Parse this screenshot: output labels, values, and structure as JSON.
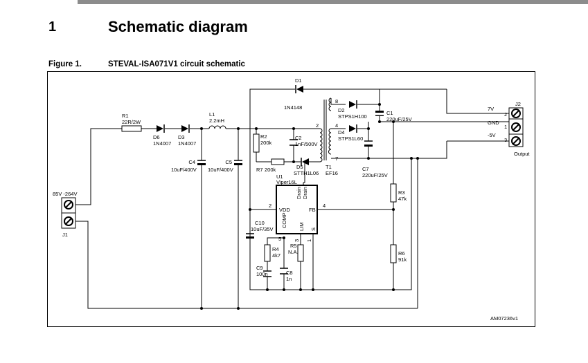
{
  "section": {
    "number": "1",
    "title": "Schematic diagram"
  },
  "figure": {
    "label": "Figure 1.",
    "caption": "STEVAL-ISA071V1 circuit schematic"
  },
  "schematic": {
    "input_range": "85V -264V",
    "j1": "J1",
    "r1": "R1",
    "r1_val": "22R/2W",
    "d6": "D6",
    "d6_val": "1N4007",
    "d3": "D3",
    "d3_val": "1N4007",
    "l1": "L1",
    "l1_val": "2.2mH",
    "c4": "C4",
    "c4_val": "10uF/400V",
    "c5": "C5",
    "c5_val": "10uF/400V",
    "d1": "D1",
    "d1_val": "1N4148",
    "r2": "R2",
    "r2_val": "200k",
    "c2": "C2",
    "c2_val": "1nF/500V",
    "r7": "R7",
    "r7_val": "200k",
    "d5": "D5",
    "d5_val": "STTH1L06",
    "t1": "T1",
    "t1_val": "EF16",
    "d2": "D2",
    "d2_val": "STPS1H100",
    "d4": "D4",
    "d4_val": "STPS1L60",
    "c1": "C1",
    "c1_val": "220uF/25V",
    "c7": "C7",
    "c7_val": "220uF/25V",
    "j2": "J2",
    "out_7v": "7V",
    "out_gnd": "GND",
    "out_neg5v": "-5V",
    "output": "Output",
    "u1": "U1",
    "u1_val": "Viper16L",
    "pin_drain1": "Drain",
    "pin_drain2": "Drain",
    "pin_vdd": "VDD",
    "pin_fb": "FB",
    "pin_comp": "COMP",
    "pin_lim": "LIM",
    "pin_s": "S",
    "c10": "C10",
    "c10_val": "10uF/35V",
    "r4": "R4",
    "r4_val": "4k7",
    "c9": "C9",
    "c9_val": "100n",
    "c8": "C8",
    "c8_val": "1n",
    "r5": "R5",
    "r5_val": "N.A.",
    "r3": "R3",
    "r3_val": "47k",
    "r6": "R6",
    "r6_val": "91k",
    "code": "AM07236v1",
    "pin_numbers": {
      "n1": "1",
      "n2": "2",
      "n3": "3",
      "n4": "4",
      "n7": "7",
      "n8": "8",
      "n5": "5"
    }
  }
}
